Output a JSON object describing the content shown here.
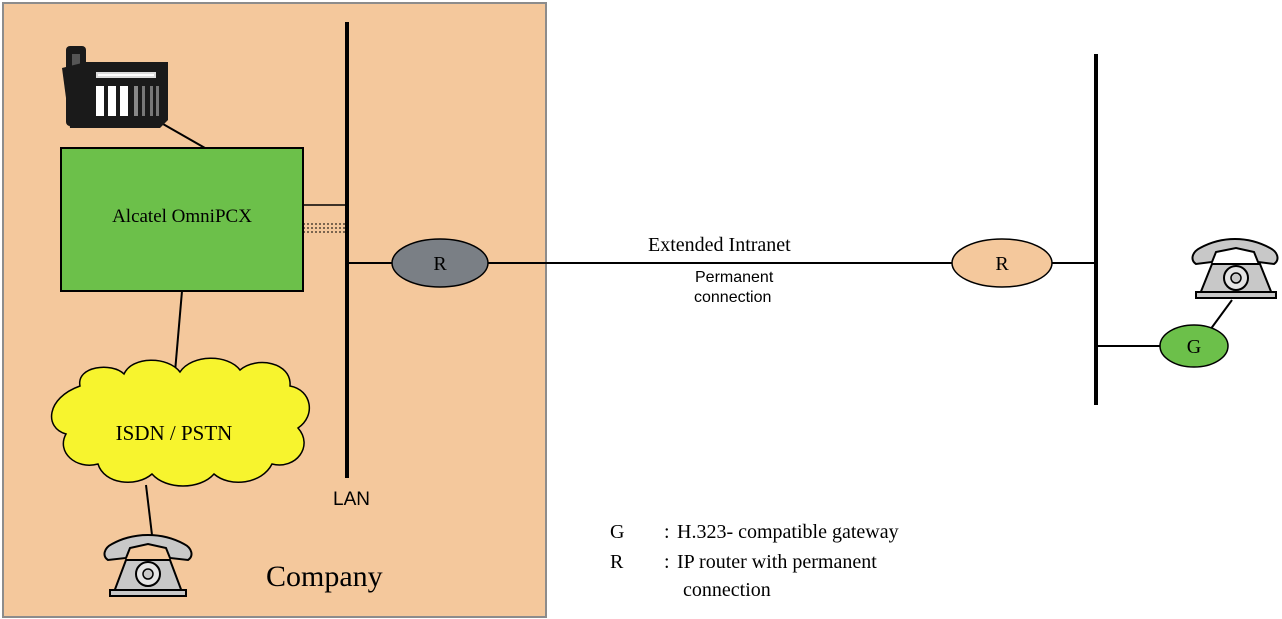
{
  "company": {
    "label": "Company",
    "pbx_label": "Alcatel OmniPCX",
    "network_label": "ISDN / PSTN",
    "lan_label": "LAN",
    "router_label": "R"
  },
  "link": {
    "title": "Extended Intranet",
    "subtitle_line1": "Permanent",
    "subtitle_line2": "connection"
  },
  "remote": {
    "router_label": "R",
    "gateway_label": "G"
  },
  "legend": [
    {
      "key": "G",
      "sep": ":",
      "line1": "H.323- compatible gateway",
      "line2": ""
    },
    {
      "key": "R",
      "sep": ":",
      "line1": "IP router with permanent",
      "line2": "connection"
    }
  ],
  "colors": {
    "company_area": "#f4c89c",
    "company_border": "#8c8c8c",
    "pbx_fill": "#6cc04a",
    "cloud_fill": "#f7f42e",
    "router_company": "#7a7f85",
    "router_remote": "#f4c89c",
    "gateway": "#6cc04a",
    "phone_gray": "#c8c8c8"
  },
  "icons": [
    "desk-phone-icon",
    "telephone-icon",
    "telephone-icon"
  ]
}
